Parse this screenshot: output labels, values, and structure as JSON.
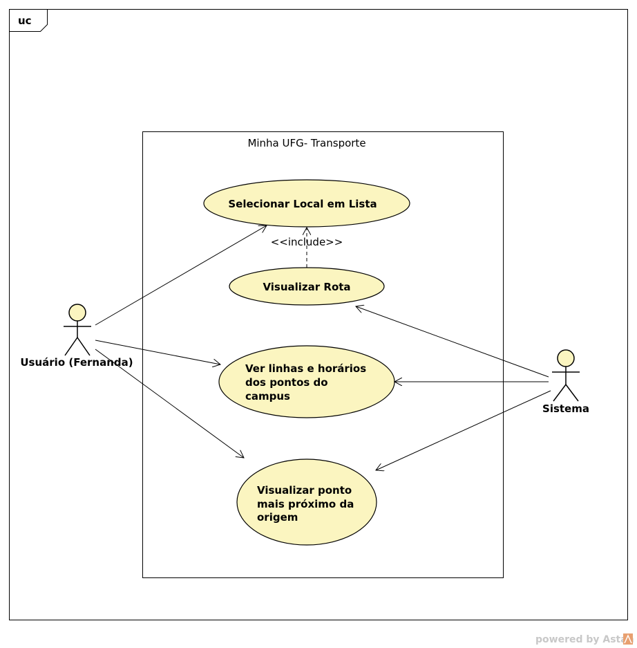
{
  "frame": {
    "label": "uc"
  },
  "boundary": {
    "title": "Minha UFG- Transporte"
  },
  "actors": {
    "usuario": {
      "label": "Usuário (Fernanda)"
    },
    "sistema": {
      "label": "Sistema"
    }
  },
  "use_cases": {
    "selecionar": {
      "lines": [
        "Selecionar Local em Lista"
      ]
    },
    "rota": {
      "lines": [
        "Visualizar Rota"
      ]
    },
    "linhas": {
      "lines": [
        "Ver linhas e horários",
        "dos pontos do",
        "campus"
      ]
    },
    "ponto": {
      "lines": [
        "Visualizar ponto",
        "mais próximo da",
        "origem"
      ]
    }
  },
  "relations": {
    "include": {
      "label": "<<include>>"
    }
  },
  "footer": {
    "text": "powered by Astah"
  },
  "colors": {
    "use_case_fill": "#fbf5c0",
    "line": "#000000",
    "footer": "#c8c8c8",
    "logo": "#e8a070"
  }
}
